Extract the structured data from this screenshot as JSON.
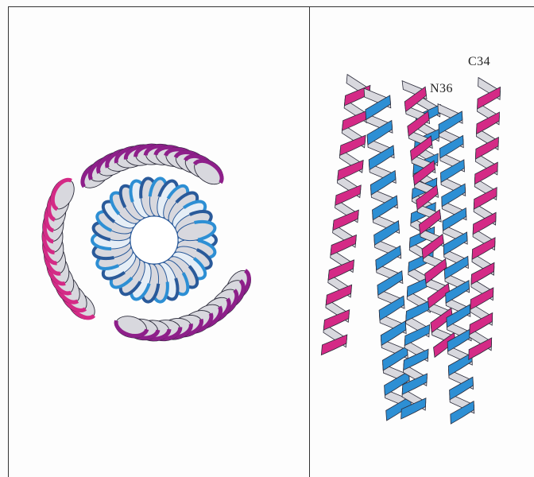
{
  "labels": {
    "c_terminus": "C34",
    "n_terminus": "N36"
  },
  "colors": {
    "outer_helix_magenta": "#d42a86",
    "outer_helix_purple": "#8e1f8a",
    "inner_helix_blue": "#2d8fd4",
    "inner_helix_dark": "#2a5a9a",
    "helix_back_face": "#d8d8de",
    "outline": "#2b2b3a"
  },
  "panels": [
    {
      "view": "top-view",
      "description_visible": false
    },
    {
      "view": "side-view",
      "description_visible": false
    }
  ]
}
